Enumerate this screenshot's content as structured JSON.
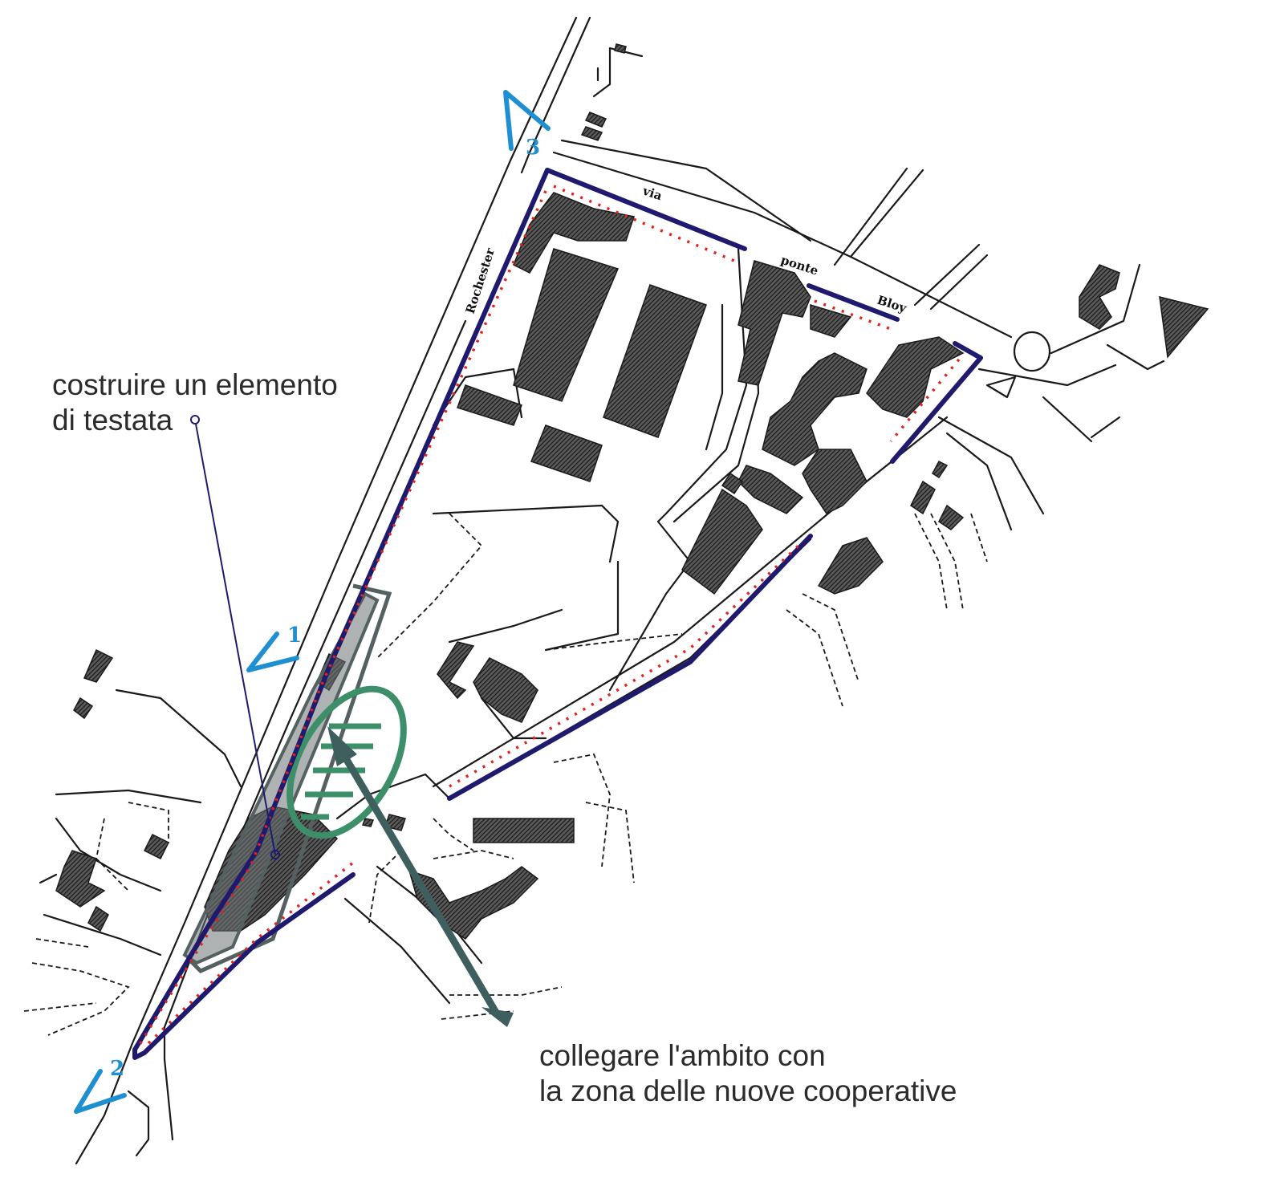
{
  "annotations": {
    "testata_line1": "costruire  un elemento",
    "testata_line2": "di testata",
    "collegare_line1": "collegare l'ambito con",
    "collegare_line2": "la zona delle nuove cooperative"
  },
  "streets": {
    "via": "via",
    "ponte": "ponte",
    "bloy": "Bloy",
    "rochester": "Rochester"
  },
  "sections": [
    "1",
    "2",
    "3"
  ],
  "colors": {
    "boundary": "#1f1a6e",
    "hatch_red": "#e0231c",
    "green_ellipse": "#3d8f6a",
    "section_marker": "#1e8fd1",
    "arrow": "#3f5f5f"
  }
}
